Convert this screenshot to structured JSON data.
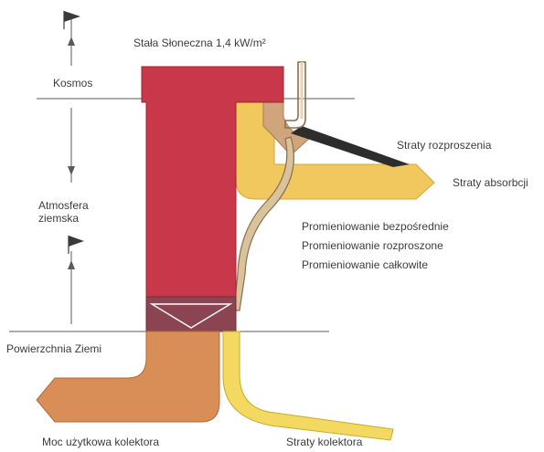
{
  "labels": {
    "solar_constant": "Stała Słoneczna 1,4 kW/m²",
    "space": "Kosmos",
    "atmosphere": "Atmosfera ziemska",
    "scattering_losses": "Straty rozproszenia",
    "absorption_losses": "Straty absorbcji",
    "direct_radiation": "Promieniowanie bezpośrednie",
    "diffuse_radiation": "Promieniowanie rozproszone",
    "total_radiation": "Promieniowanie całkowite",
    "earth_surface": "Powierzchnia Ziemi",
    "collector_useful_power": "Moc użytkowa kolektora",
    "collector_losses": "Straty kolektora"
  },
  "colors": {
    "incoming_flow": "#c8384a",
    "absorption_flow": "#f1c85e",
    "scattering_flow": "#d1a57c",
    "scatter_band_dark": "#2d2d2d",
    "diffuse_strip": "#d9c39a",
    "surface_band": "#8b4552",
    "collector_output": "#d98e57",
    "collector_loss": "#f3d961",
    "lines": "#5a5a5a"
  },
  "icons": {
    "flag_top": "flag-icon",
    "flag_mid": "flag-icon",
    "arrow_up": "arrow-up-icon",
    "arrow_down": "arrow-down-icon"
  }
}
